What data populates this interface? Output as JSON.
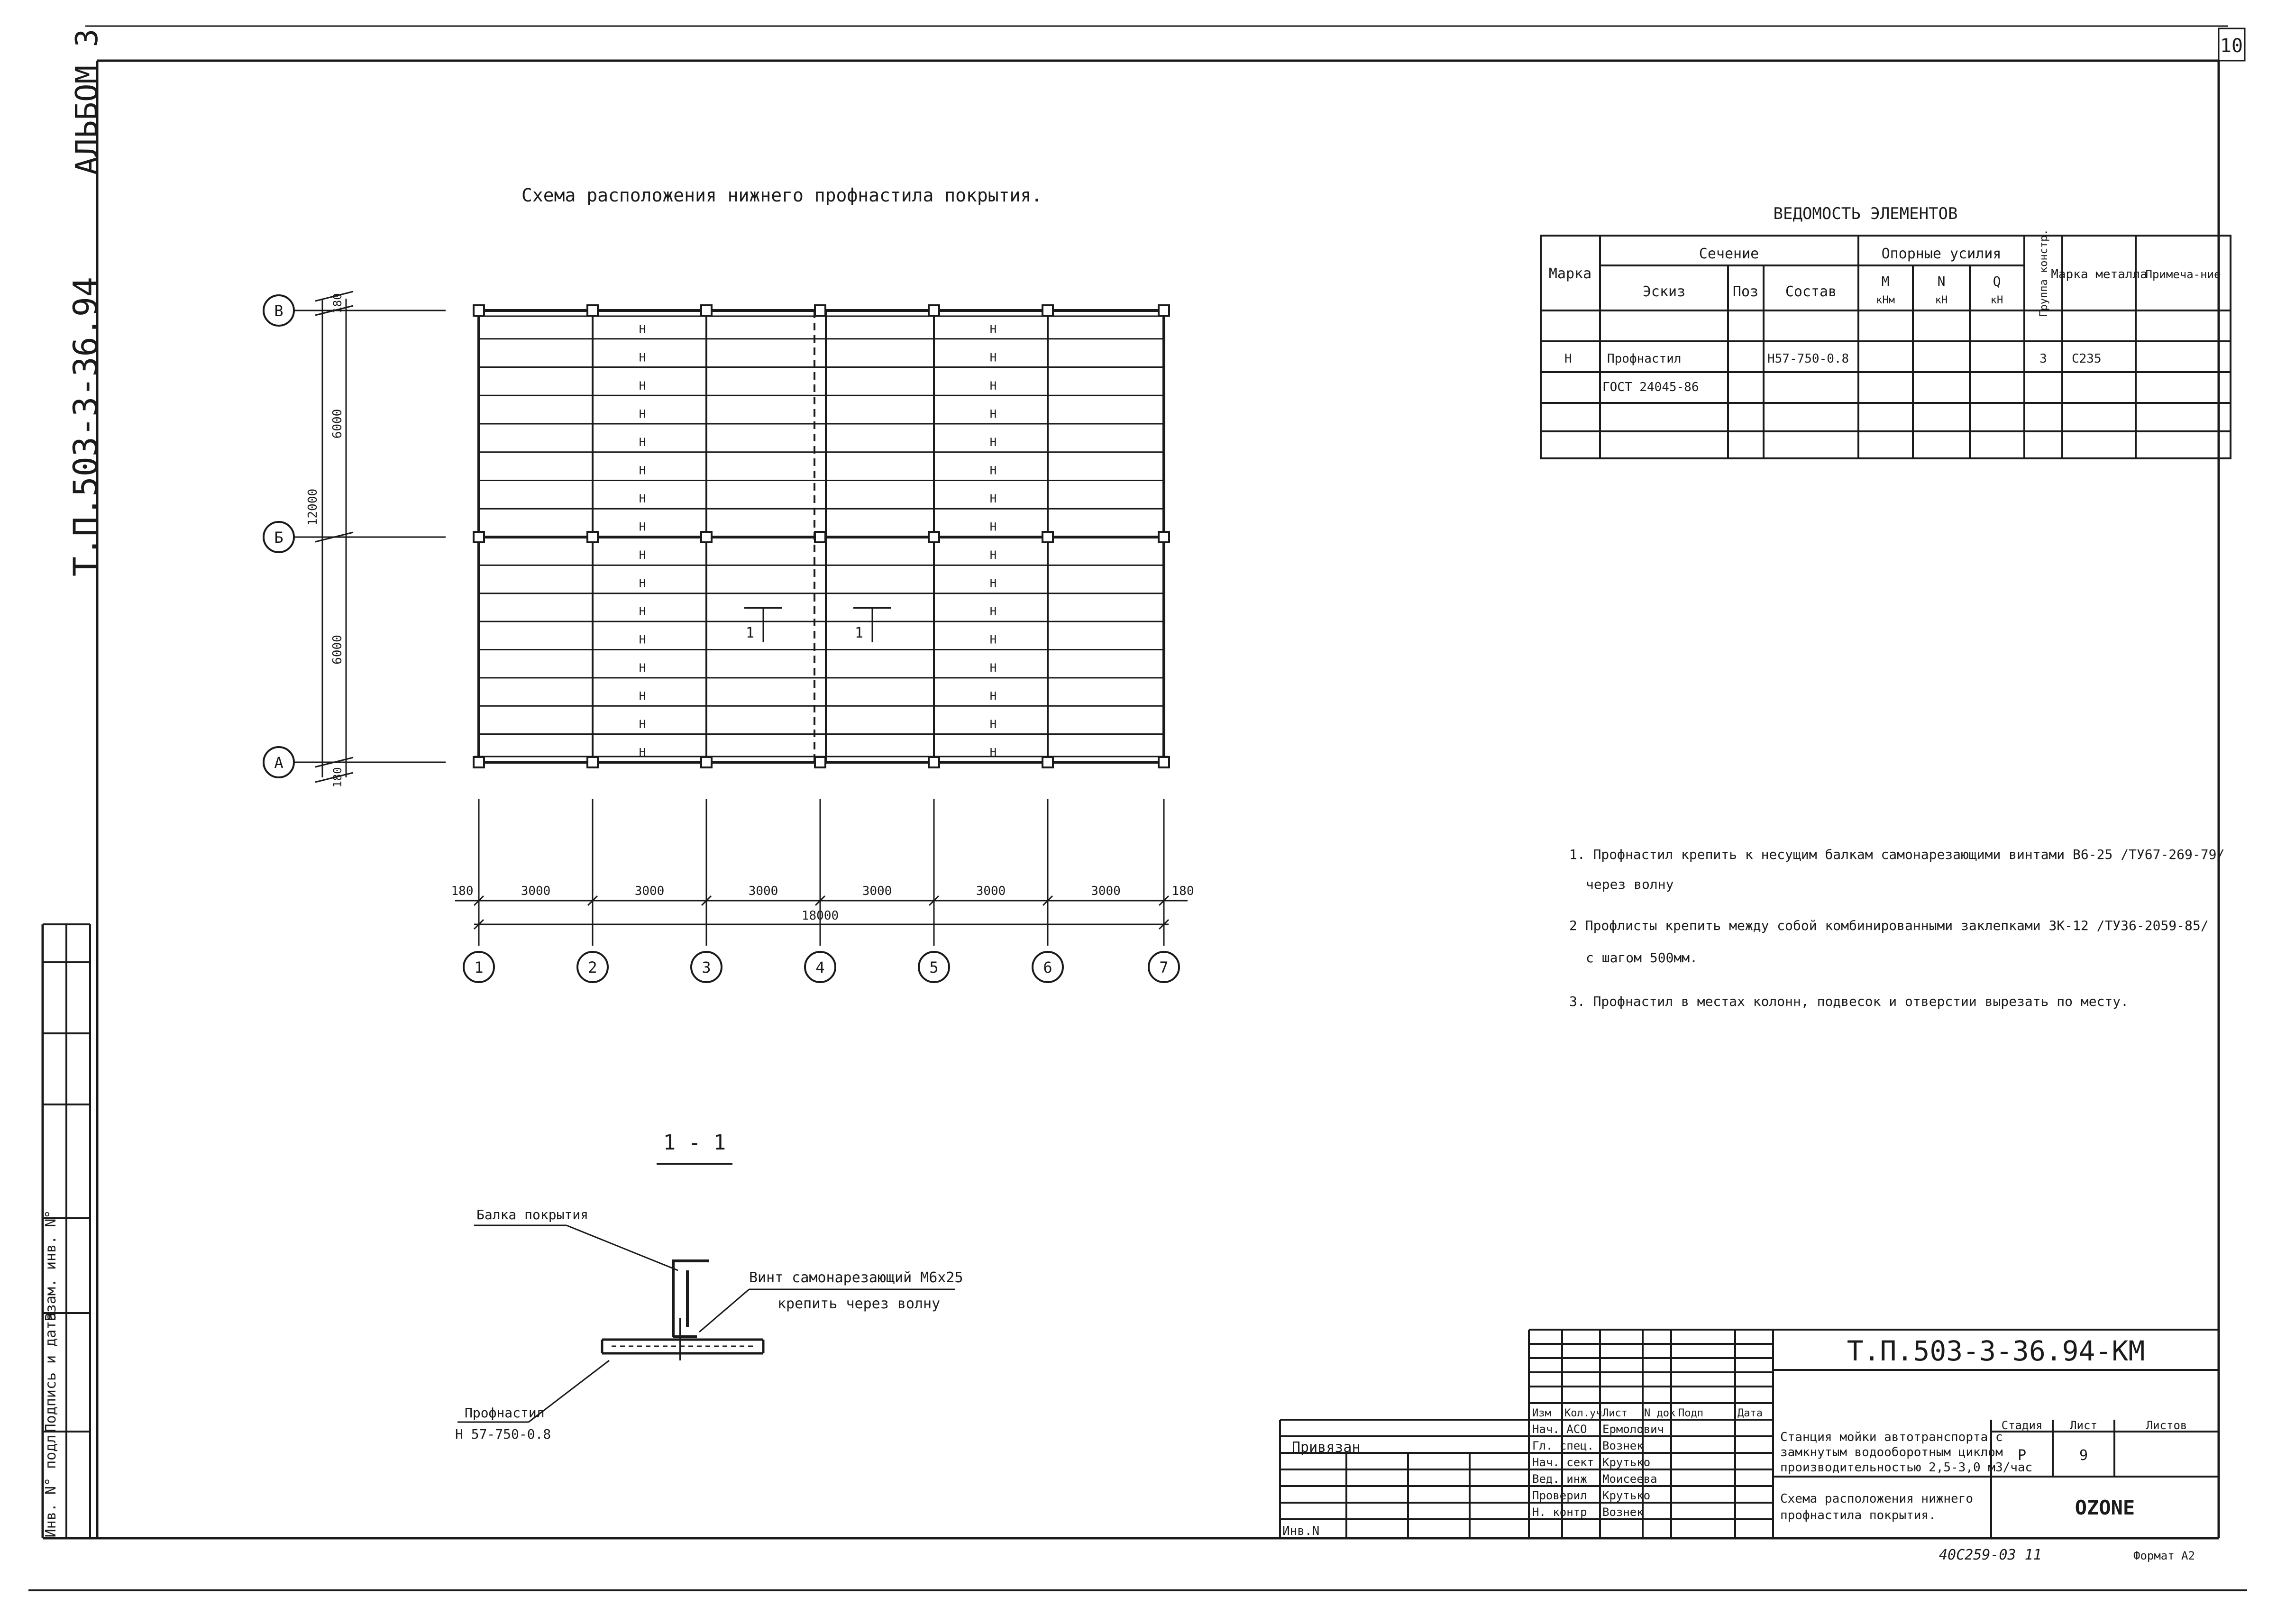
{
  "album_label": "АЛЬБОМ 3",
  "side_code": "Т.П.503-3-36.94",
  "sheet_corner_number": "10",
  "drawing": {
    "title": "Схема расположения нижнего профнастила покрытия.",
    "axes_rows": [
      "В",
      "Б",
      "А"
    ],
    "axes_cols": [
      "1",
      "2",
      "3",
      "4",
      "5",
      "6",
      "7"
    ],
    "span_labels": [
      "3000",
      "3000",
      "3000",
      "3000",
      "3000",
      "3000"
    ],
    "edge_offset": "180",
    "total_length": "18000",
    "vert_dims": [
      "6000",
      "6000"
    ],
    "vert_total": "12000",
    "vert_edge": "180",
    "sheet_mark": "Н",
    "cut_mark": "1"
  },
  "section": {
    "title": "1 - 1",
    "label_beam": "Балка покрытия",
    "label_screw": "Винт самонарезающий М6х25",
    "label_screw2": "крепить через волну",
    "label_deck": "Профнастил",
    "label_deck2": "Н 57-750-0.8"
  },
  "spec_table": {
    "title": "ВЕДОМОСТЬ ЭЛЕМЕНТОВ",
    "h_mark": "Марка",
    "h_section": "Сечение",
    "h_sketch": "Эскиз",
    "h_pos": "Поз",
    "h_comp": "Состав",
    "h_forces": "Опорные усилия",
    "h_m": "М",
    "h_m_u": "кНм",
    "h_n": "N",
    "h_n_u": "кН",
    "h_q": "Q",
    "h_q_u": "кН",
    "h_group": "Группа констр.",
    "h_steel": "Марка металла",
    "h_note": "Примеча-ние",
    "r_mark": "Н",
    "r_sketch": "Профнастил",
    "r_sketch2": "ГОСТ 24045-86",
    "r_comp": "Н57-750-0.8",
    "r_group": "3",
    "r_steel": "С235"
  },
  "notes": [
    "1. Профнастил крепить к несущим балкам самонарезающими винтами В6-25 /ТУ67-269-79/",
    "через волну",
    "2  Профлисты крепить между собой комбинированными заклепками ЗК-12 /ТУ36-2059-85/",
    "с шагом 500мм.",
    "3. Профнастил в местах колонн, подвесок и отверстии вырезать по месту."
  ],
  "title_block": {
    "code": "Т.П.503-3-36.94-КМ",
    "linked": "Привязан",
    "inv": "Инв.N",
    "hdr": [
      "Изм",
      "Кол.уч",
      "Лист",
      "N док",
      "Подп",
      "Дата"
    ],
    "roles": [
      "Нач. АСО",
      "Гл. спец.",
      "Нач. сект",
      "Вед. инж",
      "Проверил",
      "Н. контр"
    ],
    "names": [
      "Ермолович",
      "Вознек",
      "Крутько",
      "Моисеева",
      "Крутько",
      "Вознек"
    ],
    "project": [
      "Станция мойки автотранспорта с",
      "замкнутым водооборотным циклом",
      "производительностью 2,5-3,0 м3/час"
    ],
    "sheet_title": [
      "Схема расположения нижнего",
      "профнастила покрытия."
    ],
    "stage_h": "Стадия",
    "sheet_h": "Лист",
    "sheets_h": "Листов",
    "stage": "Р",
    "sheet": "9",
    "company": "OZONE",
    "footer": "Формат А2",
    "handwritten": "40С259-03  11"
  },
  "side_stamp": {
    "inv_orig": "Инв. N° подл",
    "sign_date": "Подпись и дата",
    "replace_inv": "Взам. инв. N°"
  }
}
